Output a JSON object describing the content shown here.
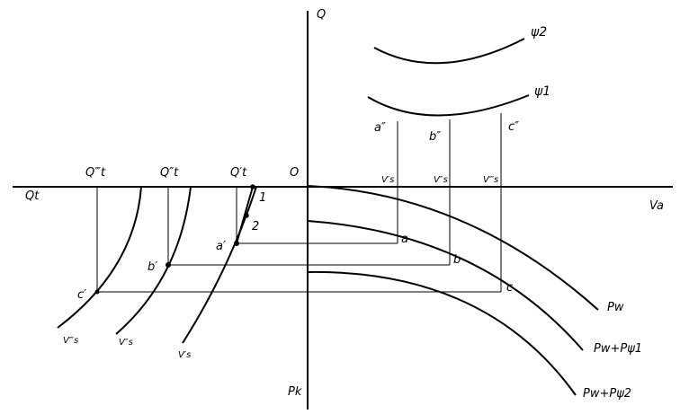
{
  "labels": {
    "axis_q": "Q",
    "axis_qt": "Qt",
    "axis_va": "Va",
    "axis_pk": "Pk",
    "origin": "O",
    "q3t": "Q‴t",
    "q2t": "Q″t",
    "q1t": "Q′t",
    "n1": "1",
    "n2": "2",
    "a1": "a′",
    "b1": "b′",
    "c1": "c′",
    "a": "a",
    "b": "b",
    "c": "c",
    "a2": "a″",
    "b2": "b″",
    "c2": "c″",
    "v1": "V′s",
    "v2": "V″s",
    "v3": "V‴s",
    "v1b": "V′s",
    "v2b": "V″s",
    "v3b": "V‴s",
    "psi1": "ψ1",
    "psi2": "ψ2",
    "pw": "Pw",
    "pwpsi1": "Pw+Pψ1",
    "pwpsi2": "Pw+Pψ2"
  }
}
